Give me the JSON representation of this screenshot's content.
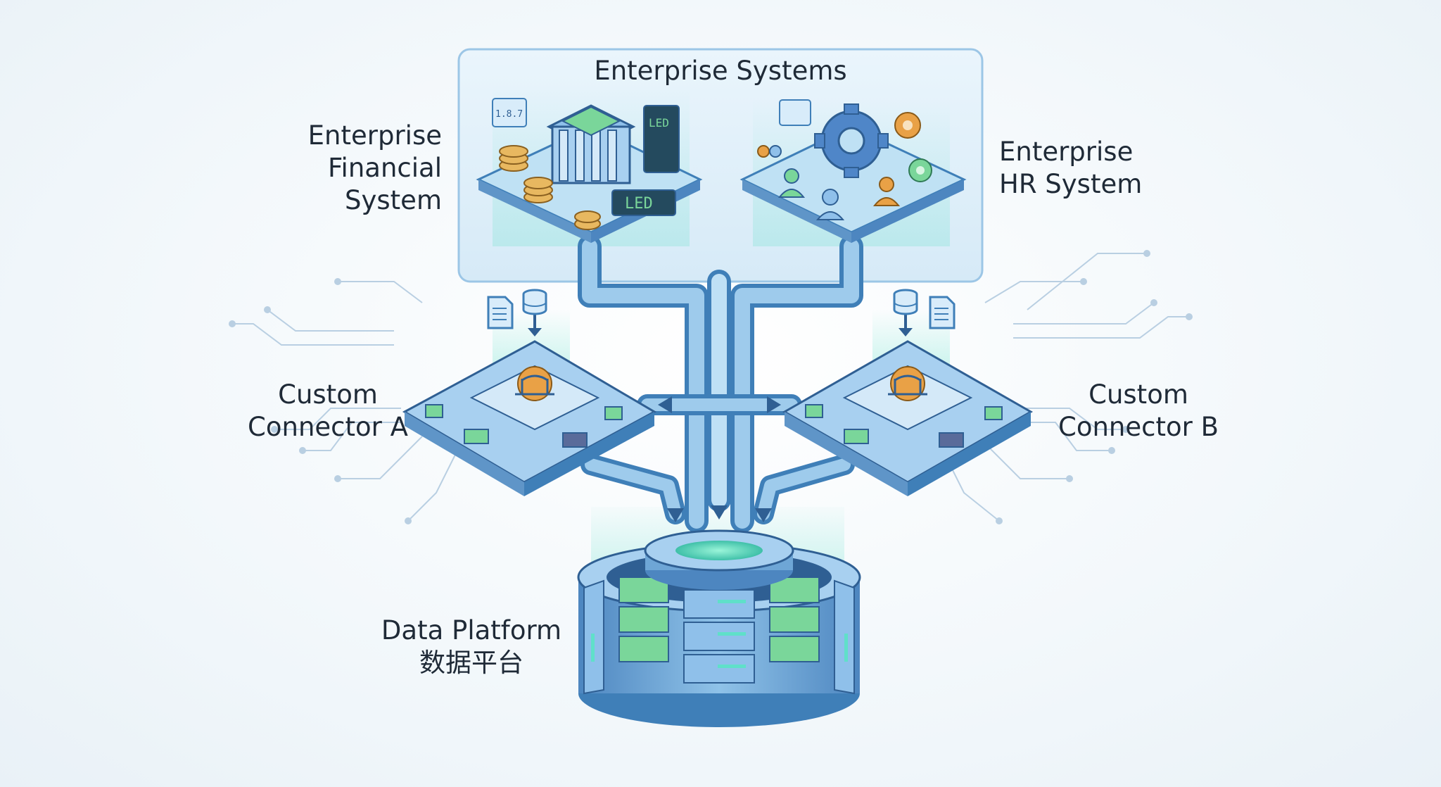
{
  "diagram": {
    "group_title": "Enterprise Systems",
    "financial_system": {
      "lines": [
        "Enterprise",
        "Financial",
        "System"
      ]
    },
    "hr_system": {
      "lines": [
        "Enterprise",
        "HR System"
      ]
    },
    "connector_a": {
      "lines": [
        "Custom",
        "Connector A"
      ]
    },
    "connector_b": {
      "lines": [
        "Custom",
        "Connector B"
      ]
    },
    "data_platform": {
      "lines": [
        "Data Platform",
        "数据平台"
      ]
    },
    "financial_display_text": "LED",
    "financial_small_display": "1.8.7"
  },
  "colors": {
    "pipe": "#5f9fd6",
    "pipe_dark": "#3f7fb8",
    "pipe_light": "#9ecbec",
    "platform_top": "#bfe1f4",
    "platform_side": "#6ea6d6",
    "board": "#7fb3e0",
    "chip_green": "#7ad69a",
    "glow": "#5fe0c9",
    "coin": "#e8b860",
    "gear_blue": "#4f86c8",
    "gear_orange": "#e9a146",
    "text": "#1f2a37"
  }
}
